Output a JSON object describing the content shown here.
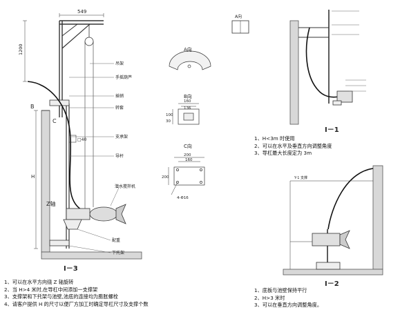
{
  "diagram": {
    "main": {
      "dim_top": "549",
      "dim_left_top": "1200",
      "dim_h": "H",
      "mark_b": "B",
      "mark_c": "C",
      "mark_z": "Z轴",
      "dim_small": "□40",
      "labels": {
        "hoist": "吊架",
        "chain_hoist": "手摇葫芦",
        "pin": "插销",
        "collar": "转套",
        "support": "支承架",
        "guide_rod": "导杆",
        "mixer": "潜水搅拌机",
        "weight": "配重",
        "lower_bracket": "下托架"
      },
      "title": "I－3"
    },
    "views": {
      "a": {
        "title": "A向"
      },
      "b": {
        "title": "B向",
        "dims": [
          "160",
          "136"
        ],
        "side_dims": [
          "100",
          "30"
        ]
      },
      "c": {
        "title": "C向",
        "dims": [
          "200",
          "160"
        ],
        "side_dim": "200",
        "bolt": "4-Φ16"
      }
    },
    "i1": {
      "a_label": "A向",
      "title": "I－1",
      "notes": [
        "1、H<3m 时使用",
        "2、可以在水平及垂直方向调整角度",
        "3、导杠最大长度定为 3m"
      ]
    },
    "i2": {
      "label_top": "Y-1 支撑",
      "title": "I－2",
      "notes": [
        "1、底板与池壁保持平行",
        "2、H>3 米时",
        "3、可以在垂直方向调整角度。"
      ]
    },
    "i3_notes": [
      "1、可以在水平方向绕 Z 轴旋转",
      "2、当 H>4 米时,在导杠中间添加一支撑架",
      "3、支撑架和下托架与池壁,池底的连接均为膨胀螺栓",
      "4、请客户提供 H 的尺寸以便厂方加工时确定导杠尺寸及支撑个数"
    ]
  }
}
